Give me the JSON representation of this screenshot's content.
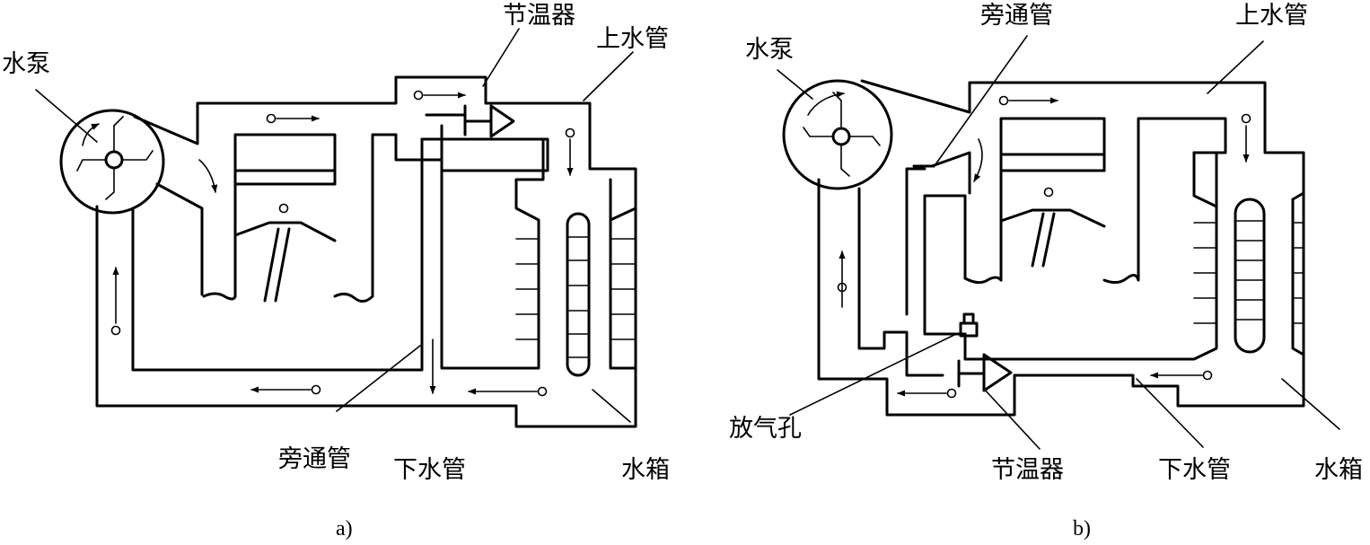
{
  "diagram_a": {
    "caption": "a)",
    "labels": {
      "water_pump": "水泵",
      "thermostat": "节温器",
      "upper_hose": "上水管",
      "bypass_pipe": "旁通管",
      "lower_hose": "下水管",
      "radiator": "水箱"
    }
  },
  "diagram_b": {
    "caption": "b)",
    "labels": {
      "water_pump": "水泵",
      "bypass_pipe": "旁通管",
      "upper_hose": "上水管",
      "air_vent": "放气孔",
      "thermostat": "节温器",
      "lower_hose": "下水管",
      "radiator": "水箱"
    }
  }
}
